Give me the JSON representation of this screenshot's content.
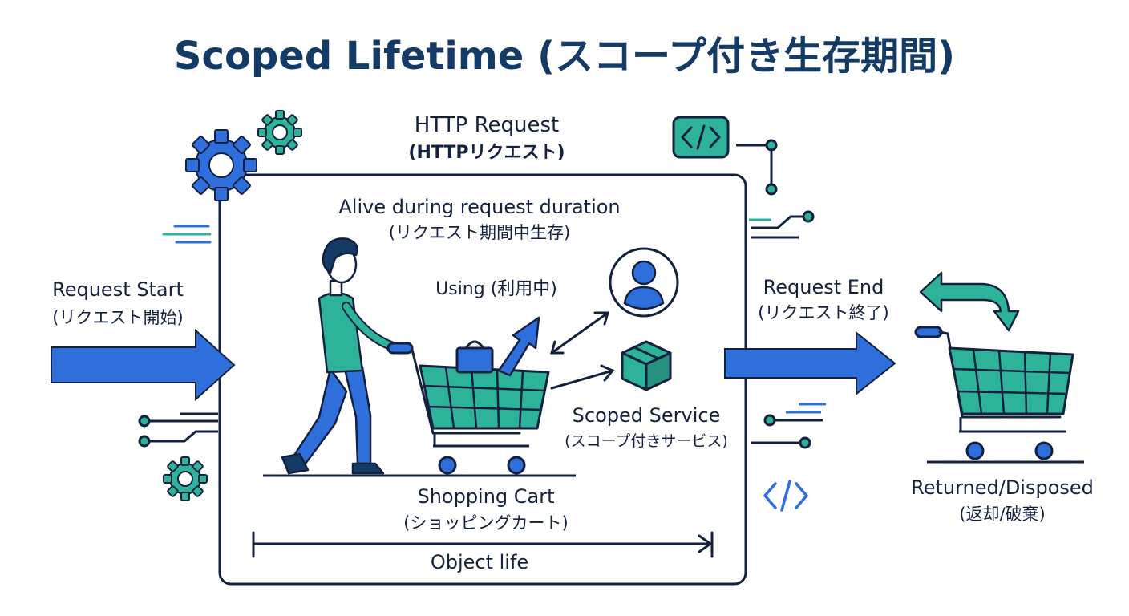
{
  "title": "Scoped Lifetime (スコープ付き生存期間)",
  "http_request": {
    "label": "HTTP Request",
    "label_ja": "(HTTPリクエスト)"
  },
  "alive": {
    "label": "Alive during request duration",
    "label_ja": "(リクエスト期間中生存)"
  },
  "request_start": {
    "label": "Request Start",
    "label_ja": "(リクエスト開始)"
  },
  "request_end": {
    "label": "Request End",
    "label_ja": "(リクエスト終了)"
  },
  "using": {
    "label": "Using (利用中)"
  },
  "scoped_service": {
    "label": "Scoped Service",
    "label_ja": "(スコープ付きサービス)"
  },
  "shopping_cart": {
    "label": "Shopping Cart",
    "label_ja": "(ショッピングカート)"
  },
  "object_life": {
    "label": "Object life"
  },
  "returned": {
    "label": "Returned/Disposed",
    "label_ja": "(返却/破棄)"
  },
  "colors": {
    "navy": "#13213f",
    "blue": "#2f6fdc",
    "teal": "#2eb39b",
    "dark_blue": "#143a66"
  },
  "icons": [
    "gear-icon",
    "code-icon",
    "user-icon",
    "package-icon",
    "shopping-bag-icon",
    "return-arrow-icon",
    "shopping-cart-icon"
  ]
}
